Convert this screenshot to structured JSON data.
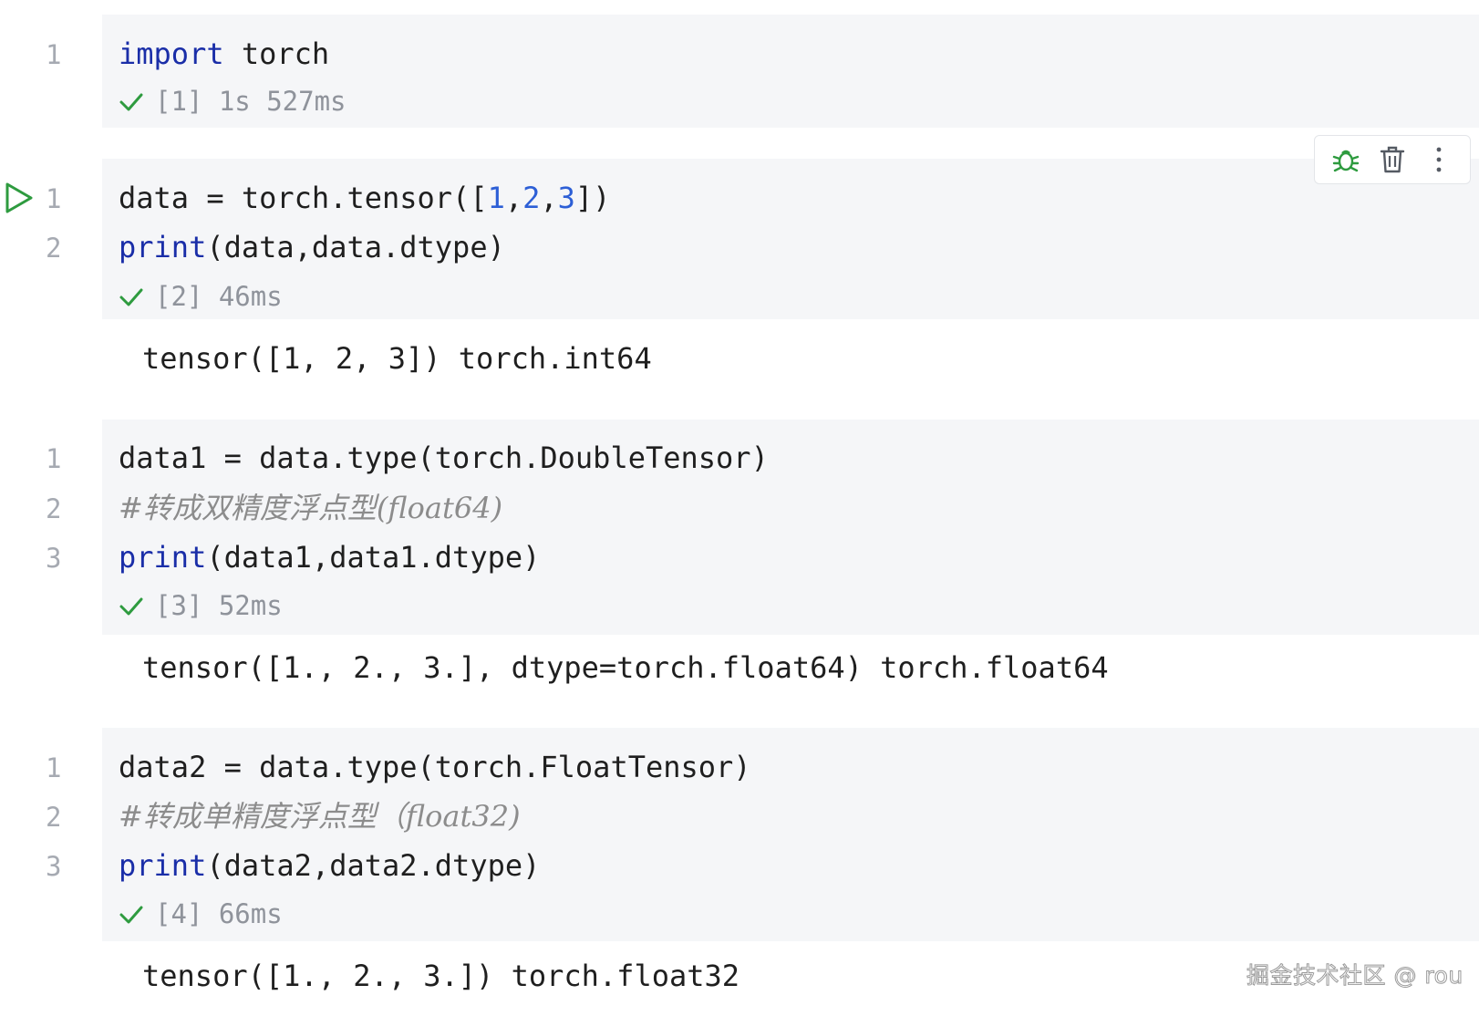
{
  "colors": {
    "cell_background": "#f5f6f8",
    "keyword": "#1a2ea8",
    "number": "#2d5fd6",
    "comment": "#8c8c8c",
    "success": "#2e9b3f",
    "line_number": "#a6aab2"
  },
  "cells": [
    {
      "line_numbers": [
        "1"
      ],
      "lines": [
        {
          "kw": "import",
          "rest": " torch"
        }
      ],
      "status": "[1] 1s 527ms",
      "output": ""
    },
    {
      "line_numbers": [
        "1",
        "2"
      ],
      "lines": [
        {
          "pre": "data = torch.tensor([",
          "n1": "1",
          "c1": ",",
          "n2": "2",
          "c2": ",",
          "n3": "3",
          "post": "])"
        },
        {
          "kw": "print",
          "rest": "(data,data.dtype)"
        }
      ],
      "status": "[2] 46ms",
      "output": "tensor([1, 2, 3]) torch.int64"
    },
    {
      "line_numbers": [
        "1",
        "2",
        "3"
      ],
      "lines": [
        {
          "text": "data1 = data.type(torch.DoubleTensor)"
        },
        {
          "comment": "#转成双精度浮点型(float64)"
        },
        {
          "kw": "print",
          "rest": "(data1,data1.dtype)"
        }
      ],
      "status": "[3] 52ms",
      "output": "tensor([1., 2., 3.], dtype=torch.float64) torch.float64"
    },
    {
      "line_numbers": [
        "1",
        "2",
        "3"
      ],
      "lines": [
        {
          "text": "data2 = data.type(torch.FloatTensor)"
        },
        {
          "comment": "#转成单精度浮点型（float32)"
        },
        {
          "kw": "print",
          "rest": "(data2,data2.dtype)"
        }
      ],
      "status": "[4] 66ms",
      "output": "tensor([1., 2., 3.]) torch.float32"
    }
  ],
  "toolbar": {
    "icons": [
      "debug-icon",
      "delete-icon",
      "more-icon"
    ]
  },
  "run_icon": "play-icon",
  "watermark": "掘金技术社区 @ rou"
}
